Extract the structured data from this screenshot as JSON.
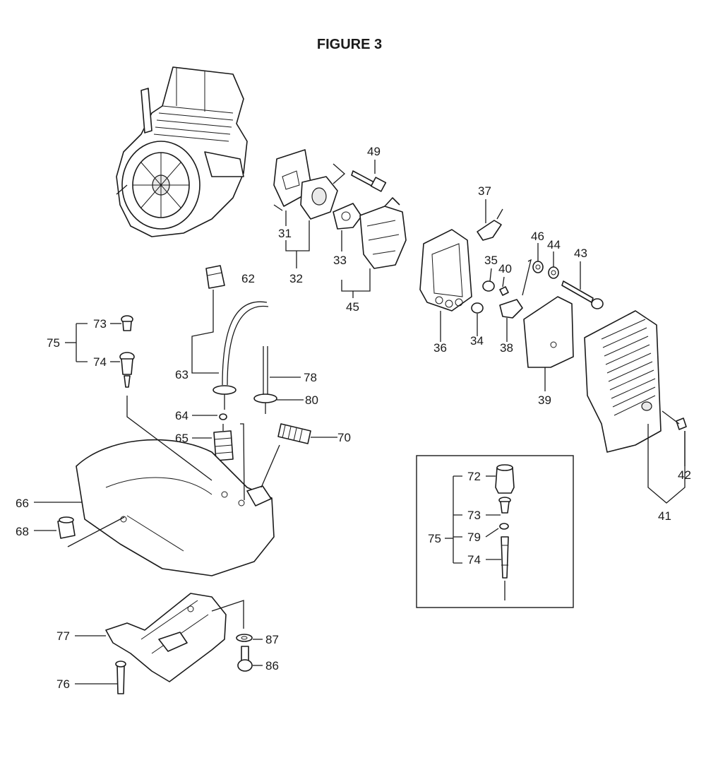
{
  "figure_title": "FIGURE 3",
  "labels": {
    "l31": "31",
    "l32": "32",
    "l33": "33",
    "l34": "34",
    "l35": "35",
    "l36": "36",
    "l37": "37",
    "l38": "38",
    "l39": "39",
    "l40": "40",
    "l41": "41",
    "l42": "42",
    "l43": "43",
    "l44": "44",
    "l45": "45",
    "l46": "46",
    "l49": "49",
    "l62": "62",
    "l63": "63",
    "l64": "64",
    "l65": "65",
    "l66": "66",
    "l68": "68",
    "l70": "70",
    "l73": "73",
    "l74": "74",
    "l75": "75",
    "l76": "76",
    "l77": "77",
    "l78": "78",
    "l80": "80",
    "l86": "86",
    "l87": "87"
  },
  "inset": {
    "l72": "72",
    "l73": "73",
    "l79": "79",
    "l74": "74",
    "l75": "75"
  }
}
